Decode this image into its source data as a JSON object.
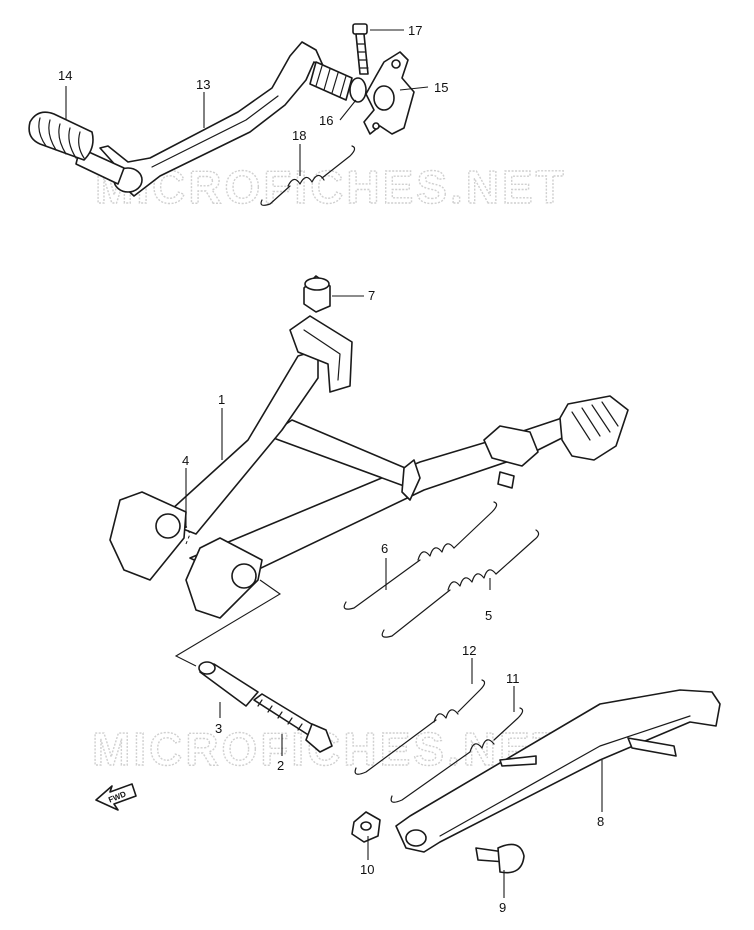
{
  "watermark": "MICROFICHES.NET",
  "fwd_label": "FWD",
  "callouts": {
    "p1": "1",
    "p2": "2",
    "p3": "3",
    "p4": "4",
    "p5": "5",
    "p6": "6",
    "p7": "7",
    "p8": "8",
    "p9": "9",
    "p10": "10",
    "p11": "11",
    "p12": "12",
    "p13": "13",
    "p14": "14",
    "p15": "15",
    "p16": "16",
    "p17": "17",
    "p18": "18"
  },
  "colors": {
    "line": "#1a1a1a",
    "watermark": "#c8c8c8"
  }
}
